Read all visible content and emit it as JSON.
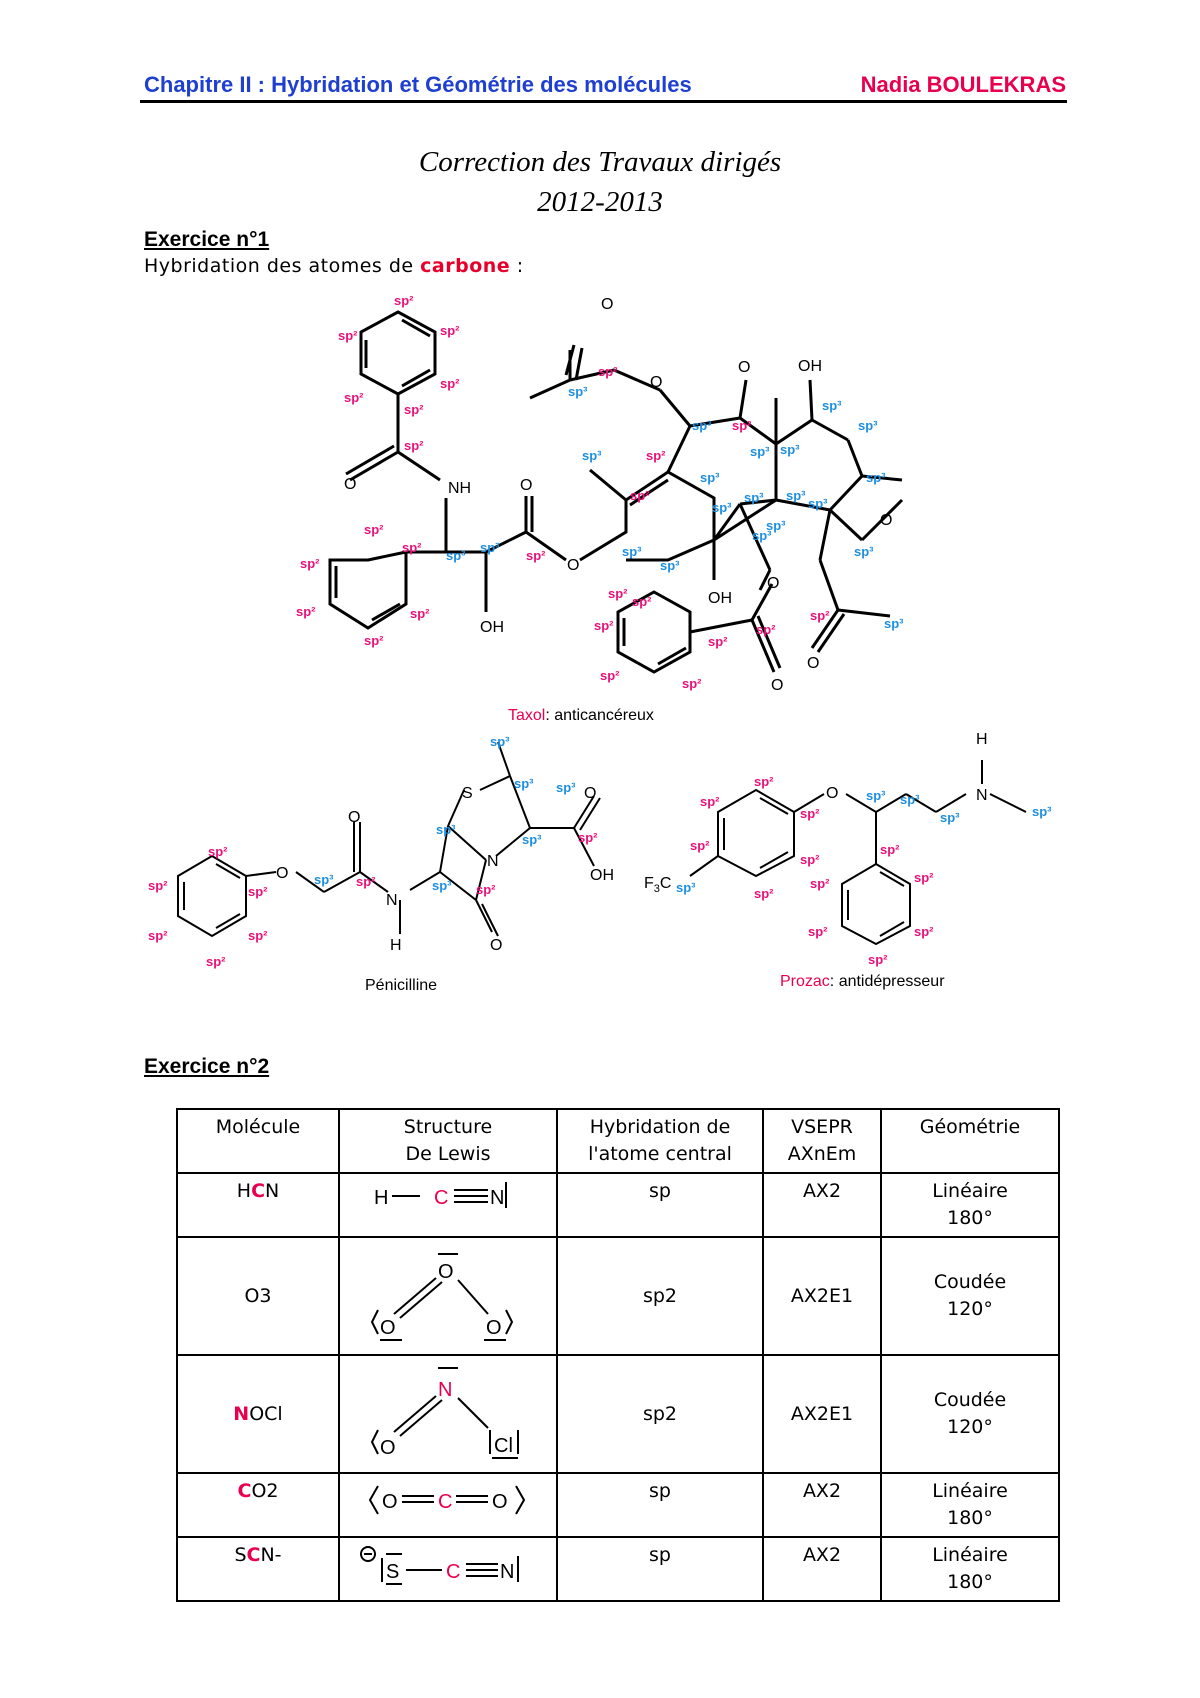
{
  "header": {
    "chapter": "Chapitre II : Hybridation et Géométrie des molécules",
    "author": "Nadia BOULEKRAS"
  },
  "title": {
    "line1": "Correction des Travaux dirigés",
    "line2": "2012-2013"
  },
  "exercise1": {
    "title": "Exercice n°1",
    "intro_prefix": "Hybridation des atomes de ",
    "intro_keyword": "carbone",
    "intro_suffix": " :",
    "labels": {
      "sp2": "sp2",
      "sp3": "sp3"
    },
    "taxol": {
      "name": "Taxol",
      "desc": ": anticancéreux"
    },
    "penicillin": {
      "name": "Pénicilline"
    },
    "prozac": {
      "name": "Prozac",
      "desc": ": antidépresseur"
    }
  },
  "exercise2": {
    "title": "Exercice n°2",
    "headers": {
      "molecule": "Molécule",
      "lewis_1": "Structure",
      "lewis_2": "De Lewis",
      "hyb_1": "Hybridation de",
      "hyb_2": "l'atome central",
      "vsepr_1": "VSEPR",
      "vsepr_2": "AXnEm",
      "geom": "Géométrie"
    },
    "rows": [
      {
        "mol_pre": "H",
        "mol_hi": "C",
        "mol_post": "N",
        "hyb": "sp",
        "vsepr": "AX2",
        "geom": "Linéaire",
        "angle": "180°"
      },
      {
        "mol_pre": "O3",
        "mol_hi": "",
        "mol_post": "",
        "hyb": "sp2",
        "vsepr": "AX2E1",
        "geom": "Coudée",
        "angle": "120°"
      },
      {
        "mol_pre": "",
        "mol_hi": "N",
        "mol_post": "OCl",
        "hyb": "sp2",
        "vsepr": "AX2E1",
        "geom": "Coudée",
        "angle": "120°"
      },
      {
        "mol_pre": "",
        "mol_hi": "C",
        "mol_post": "O2",
        "hyb": "sp",
        "vsepr": "AX2",
        "geom": "Linéaire",
        "angle": "180°"
      },
      {
        "mol_pre": "S",
        "mol_hi": "C",
        "mol_post": "N-",
        "hyb": "sp",
        "vsepr": "AX2",
        "geom": "Linéaire",
        "angle": "180°"
      }
    ]
  },
  "colors": {
    "blue_header": "#1f3fd1",
    "pink": "#e8127a",
    "blue_label": "#1e8fe0",
    "red": "#e8002a"
  }
}
